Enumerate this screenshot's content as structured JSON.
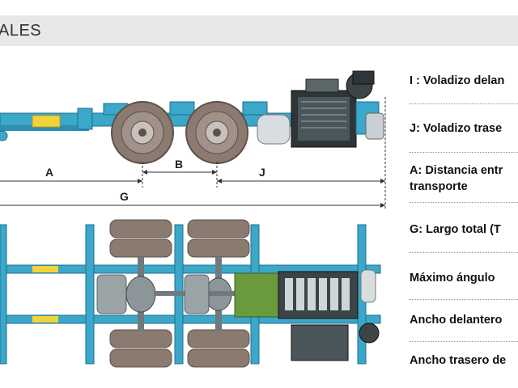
{
  "header": {
    "title": "ALES"
  },
  "dimensions": {
    "a": "A",
    "b": "B",
    "j": "J",
    "g": "G"
  },
  "specs": [
    {
      "label": "I : Voladizo delan"
    },
    {
      "label": "J: Voladizo trase"
    },
    {
      "label": "A: Distancia entr",
      "label2": "transporte"
    },
    {
      "label": "G: Largo total (T"
    },
    {
      "label": "Máximo  ángulo"
    },
    {
      "label": "Ancho delantero"
    },
    {
      "label": "Ancho trasero de"
    }
  ],
  "colors": {
    "frame": "#3ba7c9",
    "frame_dark": "#1f6f8f",
    "tire": "#8a7a70",
    "engine_green": "#6a9a3c",
    "accent_yellow": "#f2d33a"
  }
}
